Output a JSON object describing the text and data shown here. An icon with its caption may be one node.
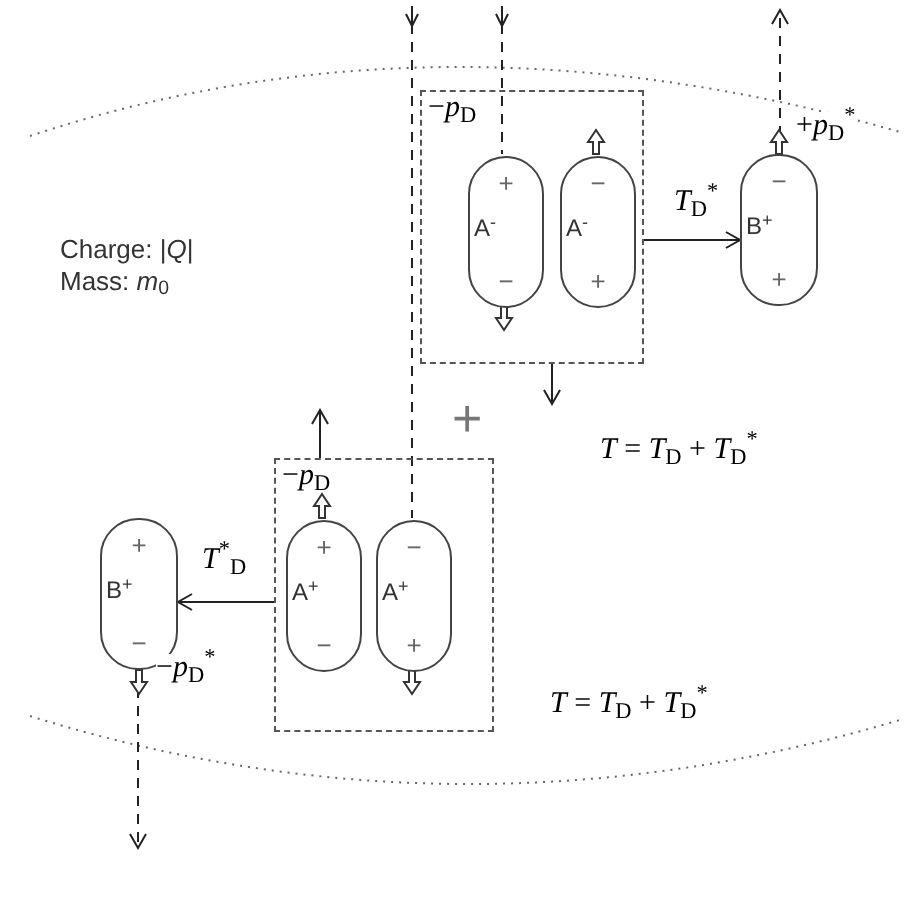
{
  "diagram": {
    "nodes": [
      {
        "text": [
          "−*p*$_{D}$"
        ]
      },
      {
        "text": [
          "+",
          "A$^{-}$",
          "−"
        ],
        "in": 0
      },
      {
        "text": [
          "−",
          "A$^{-}$",
          "+"
        ],
        "in": 0
      },
      {
        "text": [
          "−",
          "B$^{+}$",
          "+"
        ],
        "beside": [
          "+*p*$_{D}$$^{*}$"
        ]
      },
      {
        "text": [
          "−*p*$_{D}$"
        ]
      },
      {
        "text": [
          "+",
          "A$^{+}$",
          "−"
        ],
        "in": 4
      },
      {
        "text": [
          "−",
          "A$^{+}$",
          "+"
        ],
        "in": 4
      },
      {
        "text": [
          "+",
          "B$^{+}$",
          "−"
        ],
        "beside": [
          "−*p*$_{D}$$^{*}$"
        ]
      }
    ],
    "edges": [
      {
        "from": 0,
        "to": 3,
        "arrow": "to",
        "label": "*T*$_{D}$$^{*}$"
      },
      {
        "from": 4,
        "to": 7,
        "arrow": "to",
        "label": "*T*$^{*}$$_{D}$"
      },
      {
        "from": null,
        "to": 1,
        "arrow": "none",
        "style": "dashed"
      },
      {
        "from": null,
        "to": 6,
        "arrow": "none",
        "style": "dashed"
      },
      {
        "from": 0,
        "to": null,
        "arrow": "to"
      },
      {
        "from": 4,
        "to": null,
        "arrow": "to"
      },
      {
        "from": 3,
        "to": null,
        "arrow": "to",
        "style": "dashed"
      },
      {
        "from": 7,
        "to": null,
        "arrow": "to",
        "style": "dashed"
      }
    ],
    "labels": [
      "Charge: |*Q*|",
      "Mass: *m*$_{0}$",
      "+",
      "*T* = *T*$_{D}$ + *T*$_{D}$$^{*}$",
      "*T* = *T*$_{D}$ + *T*$_{D}$$^{*}$"
    ]
  }
}
